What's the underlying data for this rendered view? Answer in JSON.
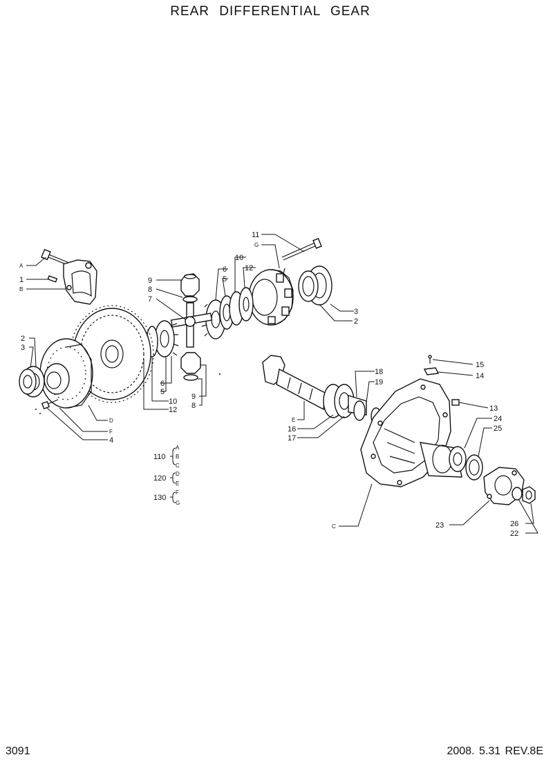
{
  "page": {
    "title": "REAR   DIFFERENTIAL  GEAR",
    "page_number": "3091",
    "revision": "2008. 5.31  REV.8E"
  },
  "callouts": {
    "c11": "11",
    "cG_top": "G",
    "cA": "A",
    "c1": "1",
    "cB": "B",
    "c9a": "9",
    "c8a": "8",
    "c7": "7",
    "c6a": "6",
    "c5a": "5",
    "c10a": "10",
    "c12a": "12",
    "c3a": "3",
    "c2a": "2",
    "c2b": "2",
    "c3b": "3",
    "c6b": "6",
    "c5b": "5",
    "c10b": "10",
    "c12b": "12",
    "c9b": "9",
    "c8b": "8",
    "cD": "D",
    "cF": "F",
    "c4": "4",
    "c18": "18",
    "c19": "19",
    "cE": "E",
    "c16": "16",
    "c17": "17",
    "c15": "15",
    "c14": "14",
    "c13": "13",
    "c24": "24",
    "c25": "25",
    "c23": "23",
    "c26": "26",
    "c22": "22",
    "cC": "C"
  },
  "legend": [
    {
      "number": "110",
      "letters": [
        "A",
        "B",
        "C"
      ]
    },
    {
      "number": "120",
      "letters": [
        "D",
        "E"
      ]
    },
    {
      "number": "130",
      "letters": [
        "F",
        "G"
      ]
    }
  ]
}
